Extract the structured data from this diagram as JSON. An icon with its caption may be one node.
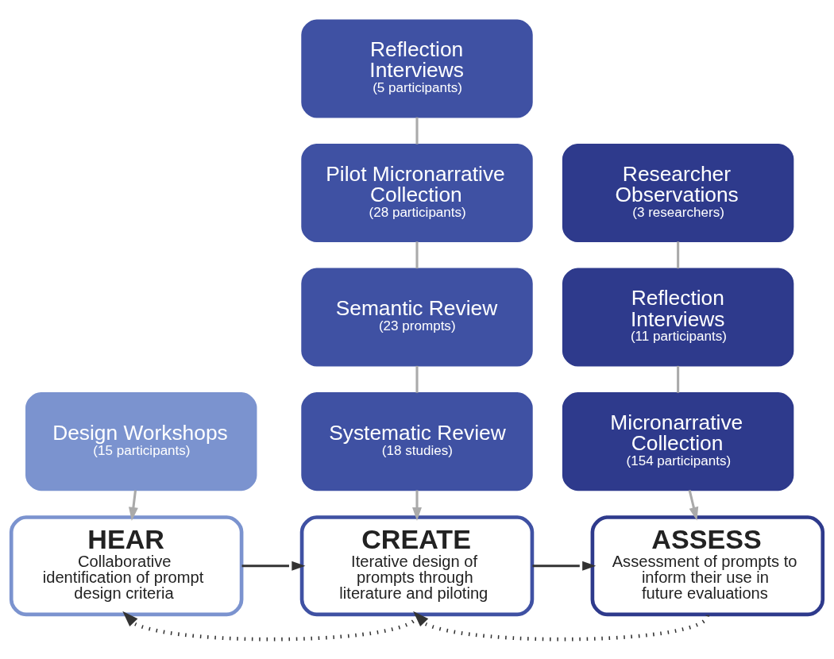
{
  "diagram": {
    "nodes": [
      {
        "text": [
          "Reflection Interviews",
          "(5 participants)"
        ]
      },
      {
        "text": [
          "Pilot Micronarrative Collection",
          "(28 participants)"
        ]
      },
      {
        "text": [
          "Researcher Observations",
          "(3 researchers)"
        ]
      },
      {
        "text": [
          "Semantic Review",
          "(23 prompts)"
        ]
      },
      {
        "text": [
          "Reflection Interviews",
          "(11 participants)"
        ]
      },
      {
        "text": [
          "Design Workshops",
          "(15 participants)"
        ]
      },
      {
        "text": [
          "Systematic Review",
          "(18 studies)"
        ]
      },
      {
        "text": [
          "Micronarrative Collection",
          "(154 participants)"
        ]
      },
      {
        "text": [
          "HEAR",
          "Collaborative identification of prompt design criteria"
        ]
      },
      {
        "text": [
          "CREATE",
          "Iterative design of prompts through literature and piloting"
        ]
      },
      {
        "text": [
          "ASSESS",
          "Assessment of prompts to inform their use in future evaluations"
        ]
      }
    ],
    "edges": [
      {
        "from": 0,
        "to": 1,
        "arrow": "none"
      },
      {
        "from": 1,
        "to": 3,
        "arrow": "none"
      },
      {
        "from": 3,
        "to": 6,
        "arrow": "none"
      },
      {
        "from": 6,
        "to": 9,
        "arrow": "to"
      },
      {
        "from": 5,
        "to": 8,
        "arrow": "to"
      },
      {
        "from": 2,
        "to": 4,
        "arrow": "none"
      },
      {
        "from": 4,
        "to": 7,
        "arrow": "none"
      },
      {
        "from": 7,
        "to": 10,
        "arrow": "to"
      },
      {
        "from": 8,
        "to": 9,
        "arrow": "to",
        "color": "#333333"
      },
      {
        "from": 9,
        "to": 10,
        "arrow": "to",
        "color": "#333333"
      },
      {
        "from": 9,
        "to": 8,
        "arrow": "to",
        "style": "dashed",
        "color": "#333333"
      },
      {
        "from": 10,
        "to": 9,
        "arrow": "to",
        "style": "dashed",
        "color": "#333333"
      }
    ]
  }
}
